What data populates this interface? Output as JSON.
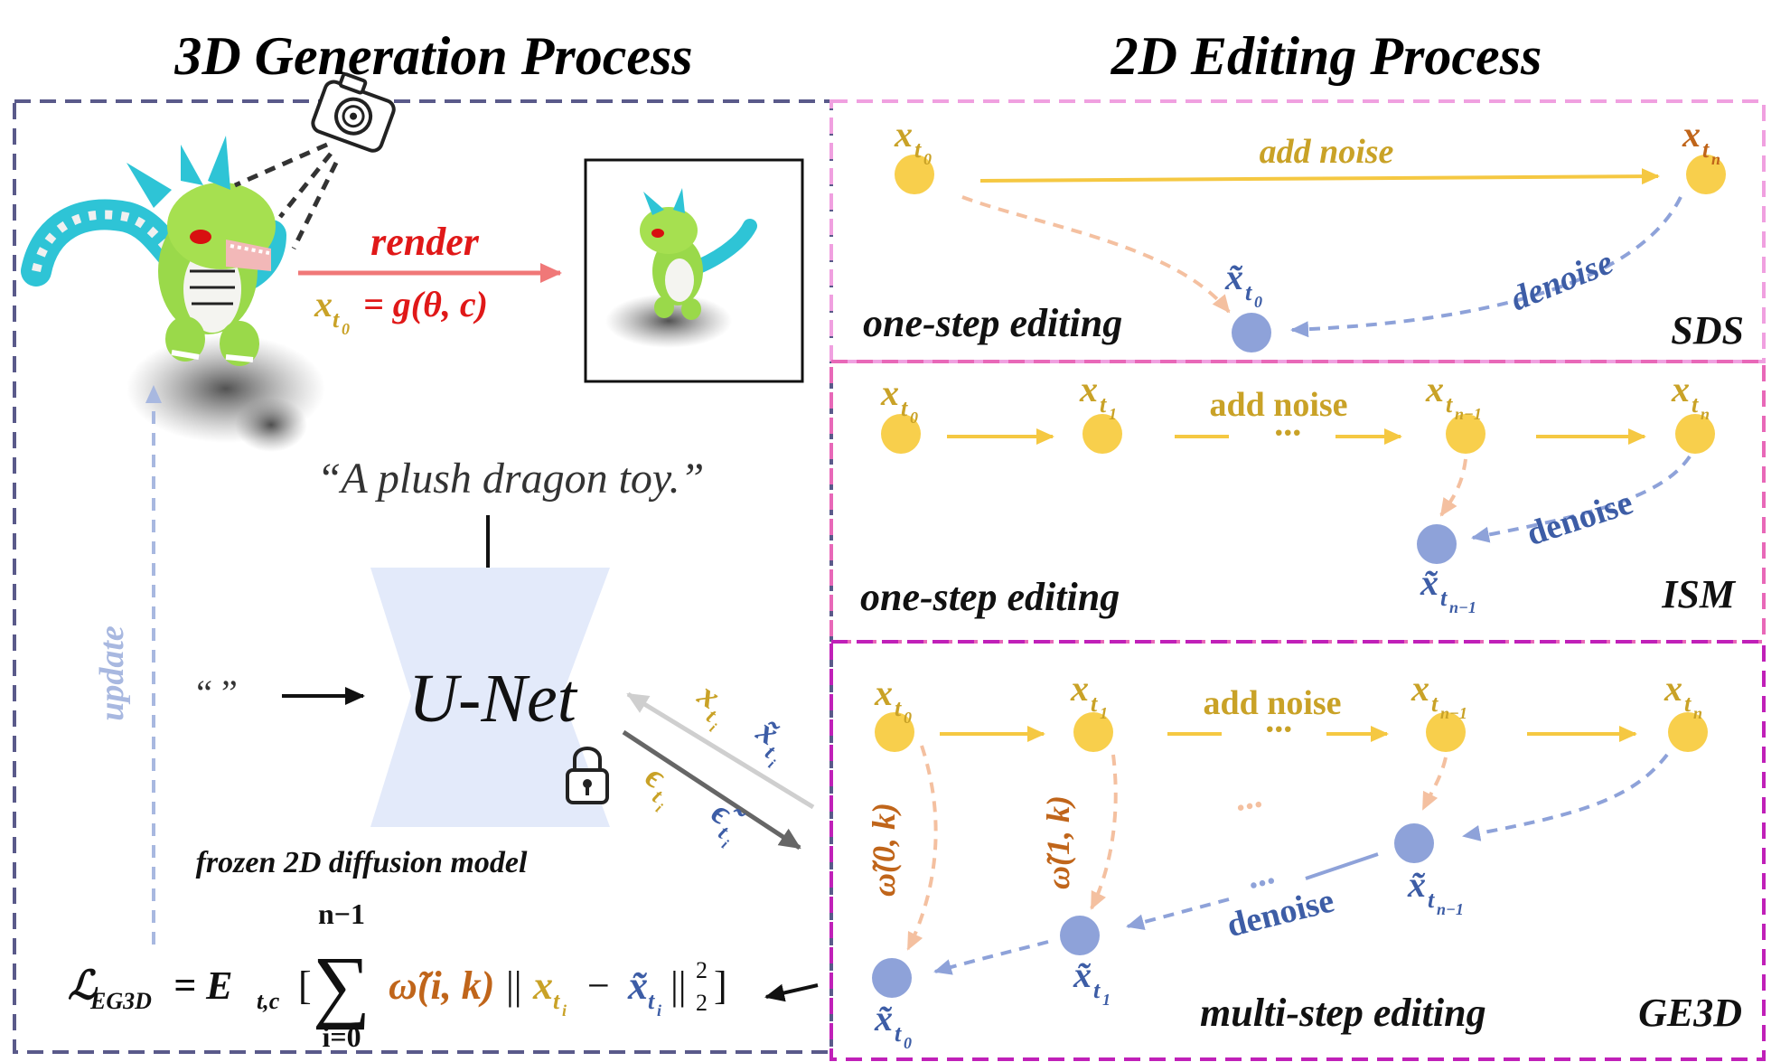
{
  "left_panel": {
    "title": "3D Generation Process",
    "render_label": "render",
    "render_eq_lhs": "x",
    "render_eq_sub": "t",
    "render_eq_subsub": "0",
    "render_eq_rhs": "= g(θ, c)",
    "prompt": "“A plush dragon toy.”",
    "null_prompt": "“ ”",
    "unet_label": "U-Net",
    "frozen_label": "frozen 2D diffusion model",
    "update_label": "update",
    "xti_label": "x",
    "xti_tilde_label": "x̃",
    "eps_label": "ϵ",
    "eps_tilde_label": "ϵ̃",
    "ti_sub": "t",
    "i_subsub": "i",
    "loss": {
      "lhs": "ℒ",
      "lhs_sub": "EG3D",
      "eq": "= E",
      "eq_sub": "t,c",
      "bracket_open": "[",
      "sum_upper": "n−1",
      "sum_lower": "i=0",
      "weight": "ω̃(i, k)",
      "norm_open": "||",
      "x": "x",
      "minus": "−",
      "x_tilde": "x̃",
      "norm_close": "||",
      "power": "2",
      "norm_sub": "2",
      "bracket_close": "]"
    }
  },
  "right_panel": {
    "title": "2D Editing Process",
    "sds": {
      "method": "SDS",
      "caption": "one-step editing",
      "add_noise": "add noise",
      "denoise": "denoise",
      "x_t0": {
        "base": "x",
        "sub": "t",
        "subsub": "0"
      },
      "x_tn": {
        "base": "x",
        "sub": "t",
        "subsub": "n"
      },
      "xt_t0": {
        "base": "x̃",
        "sub": "t",
        "subsub": "0"
      }
    },
    "ism": {
      "method": "ISM",
      "caption": "one-step editing",
      "add_noise": "add noise",
      "denoise": "denoise",
      "dots": "···",
      "x_t0": {
        "base": "x",
        "sub": "t",
        "subsub": "0"
      },
      "x_t1": {
        "base": "x",
        "sub": "t",
        "subsub": "1"
      },
      "x_tn1": {
        "base": "x",
        "sub": "t",
        "subsub": "n−1"
      },
      "x_tn": {
        "base": "x",
        "sub": "t",
        "subsub": "n"
      },
      "xt_tn1": {
        "base": "x̃",
        "sub": "t",
        "subsub": "n−1"
      }
    },
    "ge3d": {
      "method": "GE3D",
      "caption": "multi-step editing",
      "add_noise": "add noise",
      "denoise": "denoise",
      "dots": "···",
      "w0": "ω̃(0, k)",
      "w1": "ω̃(1, k)",
      "x_t0": {
        "base": "x",
        "sub": "t",
        "subsub": "0"
      },
      "x_t1": {
        "base": "x",
        "sub": "t",
        "subsub": "1"
      },
      "x_tn1": {
        "base": "x",
        "sub": "t",
        "subsub": "n−1"
      },
      "x_tn": {
        "base": "x",
        "sub": "t",
        "subsub": "n"
      },
      "xt_tn1": {
        "base": "x̃",
        "sub": "t",
        "subsub": "n−1"
      },
      "xt_t1": {
        "base": "x̃",
        "sub": "t",
        "subsub": "1"
      },
      "xt_t0": {
        "base": "x̃",
        "sub": "t",
        "subsub": "0"
      }
    }
  },
  "colors": {
    "gold": "#c9a227",
    "node_gold": "#f8cf4c",
    "node_blue": "#8ea2d9",
    "orange": "#c0651a",
    "blue": "#3d5da6",
    "red": "#e01818",
    "render_arrow": "#f07878",
    "unet_fill": "#e3eafa",
    "left_border": "#5a5a8a",
    "right_border_top": "#f0a0e0",
    "right_border_mid": "#e868b8",
    "right_border_bot": "#c020b8",
    "update_color": "#a8b8e0"
  },
  "icons": [
    "camera-icon",
    "lock-icon",
    "dragon-image",
    "rendered-dragon-image"
  ]
}
